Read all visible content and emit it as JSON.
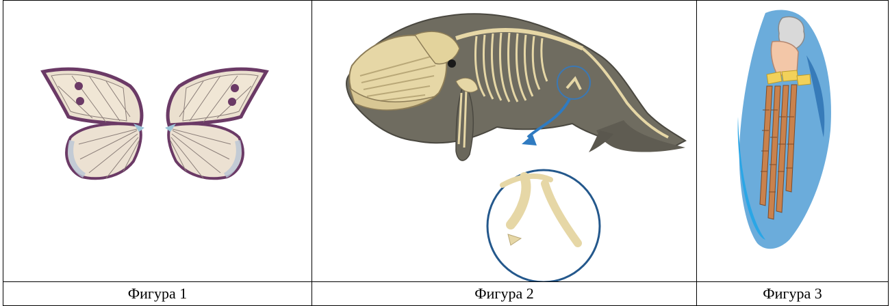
{
  "figures": [
    {
      "caption": "Фигура 1",
      "icon": "butterfly-wings-icon"
    },
    {
      "caption": "Фигура 2",
      "icon": "whale-skeleton-icon"
    },
    {
      "caption": "Фигура 3",
      "icon": "limb-bones-icon"
    }
  ],
  "colors": {
    "border": "#000000",
    "wing_fill": "#ece0cf",
    "wing_edge": "#6b3a66",
    "whale_body": "#6f6c60",
    "bone": "#e6d7a6",
    "limb_blue": "#2f8fd0"
  }
}
